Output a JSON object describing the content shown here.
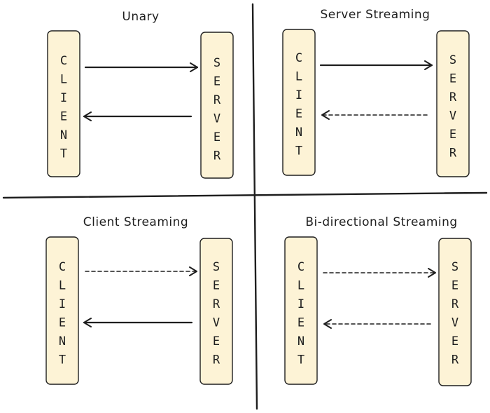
{
  "panels": [
    {
      "title": "Unary",
      "client_label": "CLIENT",
      "server_label": "SERVER",
      "request_style": "solid",
      "response_style": "solid"
    },
    {
      "title": "Server Streaming",
      "client_label": "CLIENT",
      "server_label": "SERVER",
      "request_style": "solid",
      "response_style": "dashed"
    },
    {
      "title": "Client Streaming",
      "client_label": "CLIENT",
      "server_label": "SERVER",
      "request_style": "dashed",
      "response_style": "solid"
    },
    {
      "title": "Bi-directional Streaming",
      "client_label": "CLIENT",
      "server_label": "SERVER",
      "request_style": "dashed",
      "response_style": "dashed"
    }
  ],
  "colors": {
    "box_fill": "#fdf3d6",
    "stroke": "#1e1e1e",
    "background": "#ffffff"
  }
}
